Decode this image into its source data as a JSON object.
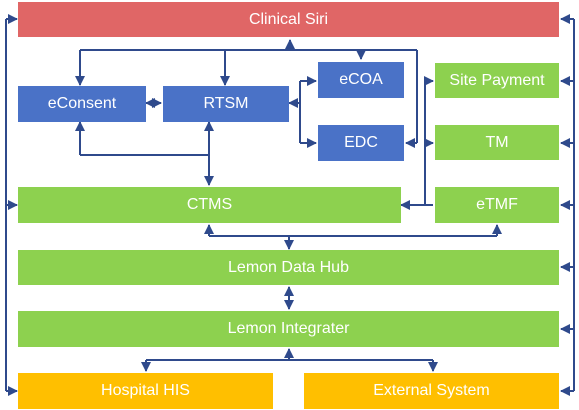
{
  "diagram": {
    "colors": {
      "top_bar": "#e06666",
      "module": "#4a72c7",
      "platform": "#8dd14f",
      "external": "#ffbf00",
      "connector": "#2f4a8c"
    },
    "nodes": {
      "clinical_siri": "Clinical Siri",
      "econsent": "eConsent",
      "rtsm": "RTSM",
      "ecoa": "eCOA",
      "edc": "EDC",
      "site_payment": "Site Payment",
      "tm": "TM",
      "ctms": "CTMS",
      "etmf": "eTMF",
      "lemon_data_hub": "Lemon Data Hub",
      "lemon_integrater": "Lemon Integrater",
      "hospital_his": "Hospital HIS",
      "external_system": "External System"
    }
  }
}
